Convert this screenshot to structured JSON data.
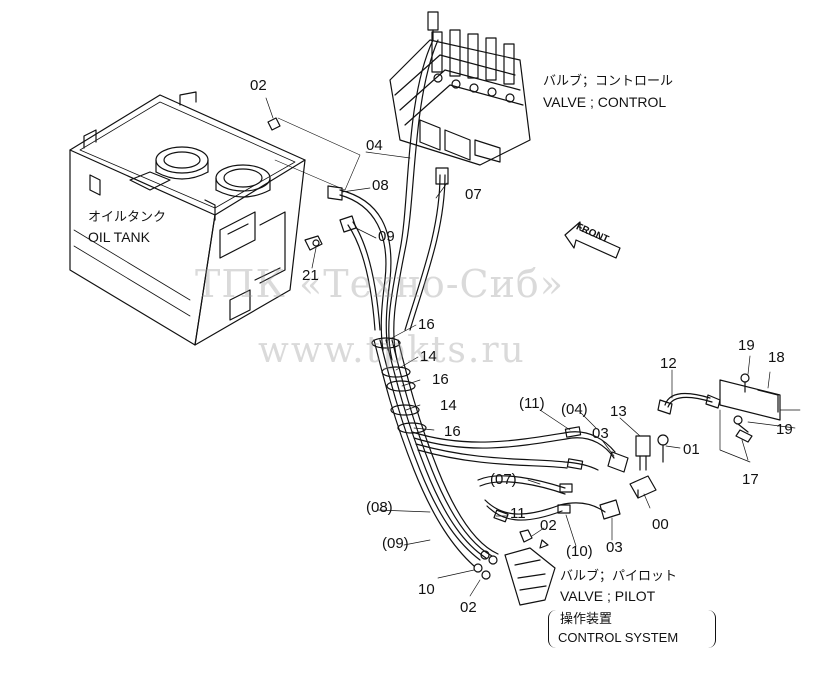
{
  "captions": {
    "control_valve_jp": "バルブ；コントロール",
    "control_valve_en": "VALVE ; CONTROL",
    "oil_tank_jp": "オイルタンク",
    "oil_tank_en": "OIL TANK",
    "pilot_valve_jp": "バルブ；パイロット",
    "pilot_valve_en": "VALVE ; PILOT",
    "control_system_jp": "操作装置",
    "control_system_en": "CONTROL SYSTEM",
    "front": "FRONT"
  },
  "watermark": {
    "line1": "ТПК «Техно-Сиб»",
    "line2": "www.tpkts.ru"
  },
  "part_labels": {
    "p02_top": "02",
    "p04": "04",
    "p08": "08",
    "p07": "07",
    "p09": "09",
    "p21": "21",
    "p16_a": "16",
    "p14_a": "14",
    "p16_b": "16",
    "p14_b": "14",
    "p16_c": "16",
    "p11_paren": "(11)",
    "p04_paren": "(04)",
    "p13": "13",
    "p03_a": "03",
    "p01": "01",
    "p12": "12",
    "p19_a": "19",
    "p18": "18",
    "p19_b": "19",
    "p17": "17",
    "p07_paren": "(07)",
    "p08_paren": "(08)",
    "p09_paren": "(09)",
    "p11": "11",
    "p02_mid": "02",
    "p10_paren": "(10)",
    "p03_b": "03",
    "p00": "00",
    "p10": "10",
    "p02_bot": "02"
  }
}
